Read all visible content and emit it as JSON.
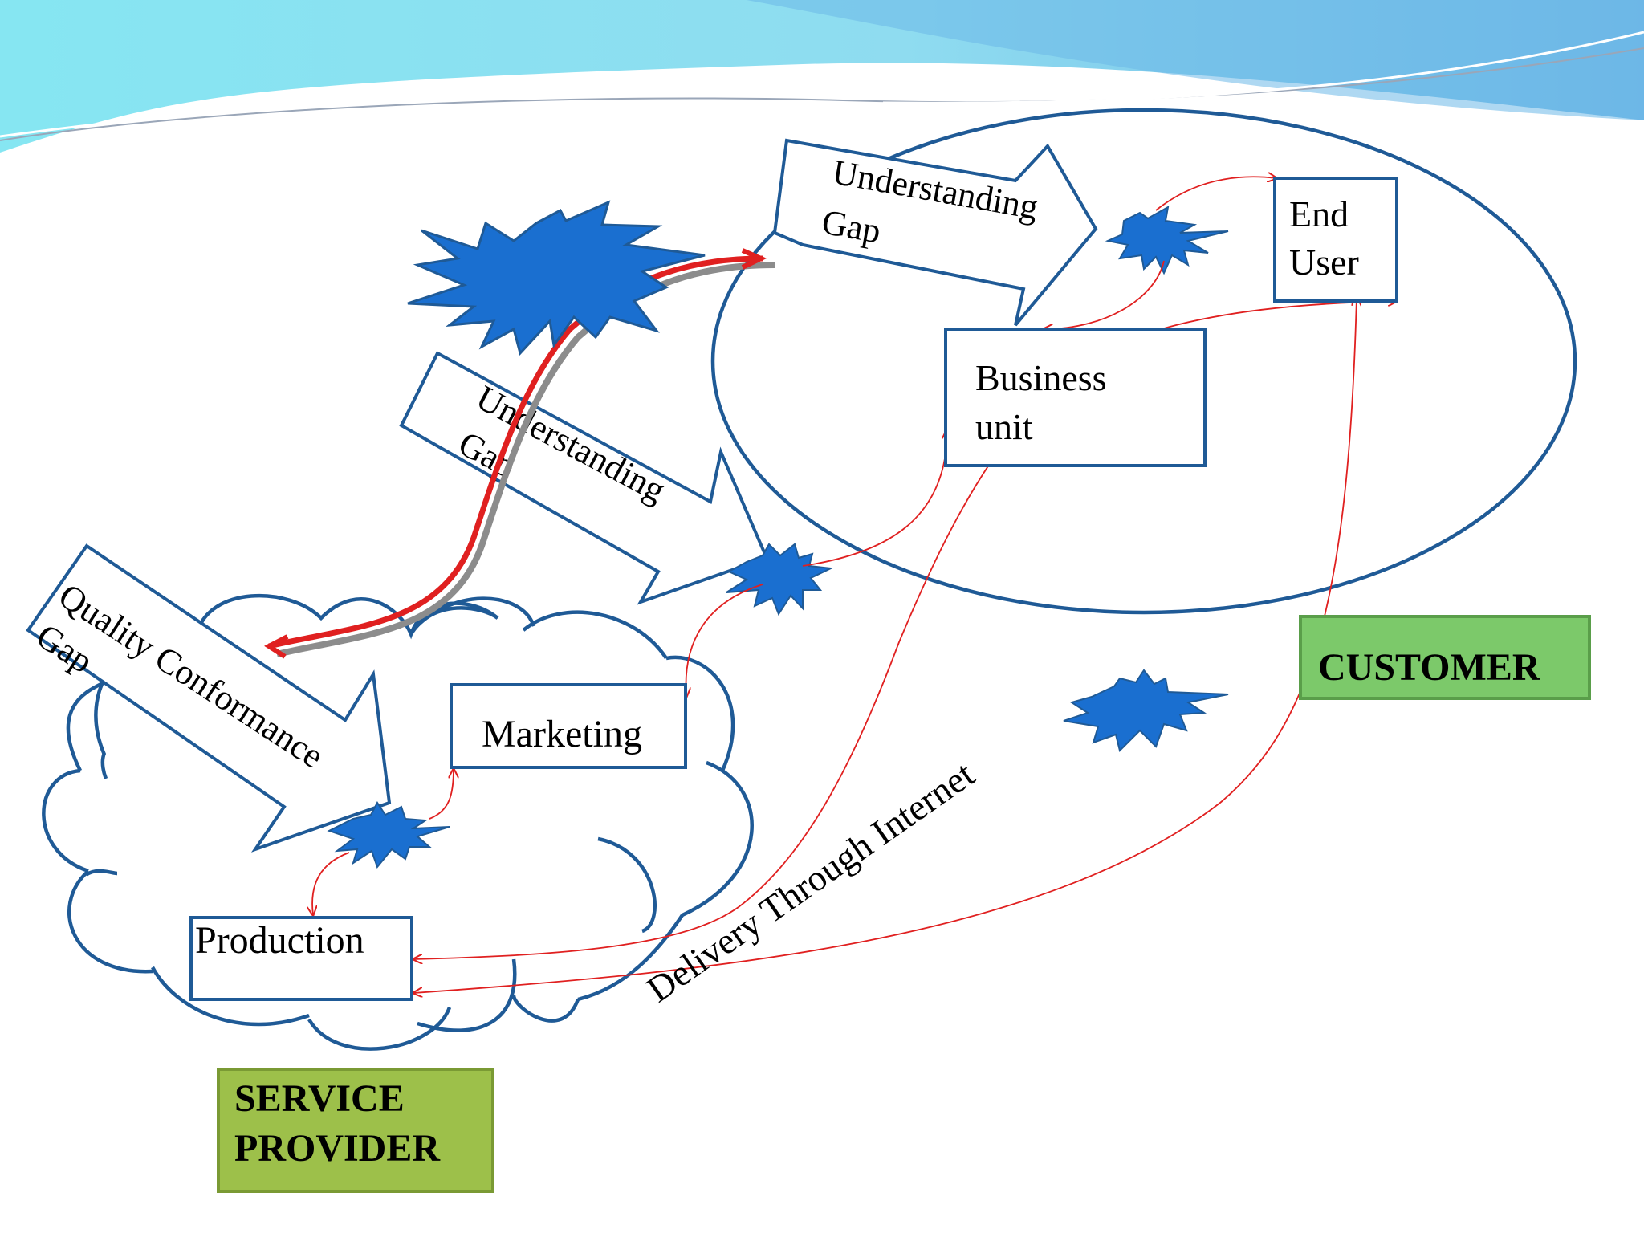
{
  "nodes": {
    "end_user": [
      "End",
      "User"
    ],
    "business_unit": [
      "Business",
      "unit"
    ],
    "marketing": "Marketing",
    "production": "Production"
  },
  "arrows": {
    "understanding_gap_top": [
      "Understanding",
      "Gap"
    ],
    "understanding_gap_mid": [
      "Understanding",
      "Gap"
    ],
    "quality_conformance_gap": [
      "Quality Conformance",
      "Gap"
    ]
  },
  "labels": {
    "delivery": "Delivery Through Internet",
    "customer": "CUSTOMER",
    "service_provider": [
      "SERVICE",
      "PROVIDER"
    ]
  },
  "colors": {
    "outline_blue": "#1f5a96",
    "burst_blue": "#1a6fd0",
    "arrow_red": "#e02020",
    "customer_green": "#7cc96a",
    "provider_green": "#9dc04a",
    "header_cyan": "#7fdcec"
  }
}
